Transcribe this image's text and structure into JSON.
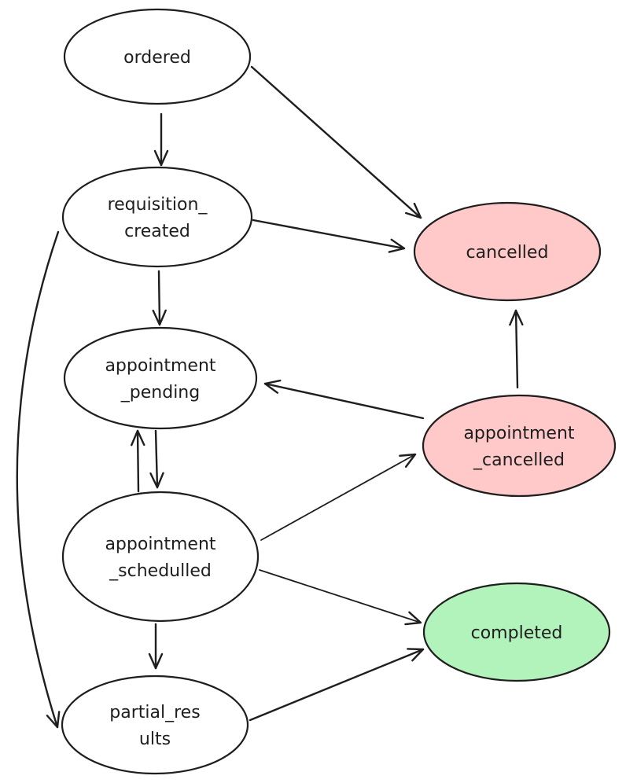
{
  "diagram": {
    "title": "",
    "colors": {
      "stroke": "#1e1e1e",
      "default_fill": "#ffffff",
      "cancelled_fill": "#ffc9c9",
      "completed_fill": "#b2f2bb"
    },
    "nodes": [
      {
        "id": "ordered",
        "lines": [
          "ordered"
        ],
        "fill": "#ffffff"
      },
      {
        "id": "requisition_created",
        "lines": [
          "requisition_",
          "created"
        ],
        "fill": "#ffffff"
      },
      {
        "id": "cancelled",
        "lines": [
          "cancelled"
        ],
        "fill": "#ffc9c9"
      },
      {
        "id": "appointment_pending",
        "lines": [
          "appointment",
          "_pending"
        ],
        "fill": "#ffffff"
      },
      {
        "id": "appointment_cancelled",
        "lines": [
          "appointment",
          "_cancelled"
        ],
        "fill": "#ffc9c9"
      },
      {
        "id": "appointment_schedulled",
        "lines": [
          "appointment",
          "_schedulled"
        ],
        "fill": "#ffffff"
      },
      {
        "id": "completed",
        "lines": [
          "completed"
        ],
        "fill": "#b2f2bb"
      },
      {
        "id": "partial_results",
        "lines": [
          "partial_res",
          "ults"
        ],
        "fill": "#ffffff"
      }
    ],
    "edges": [
      {
        "from": "ordered",
        "to": "requisition_created"
      },
      {
        "from": "ordered",
        "to": "cancelled"
      },
      {
        "from": "requisition_created",
        "to": "cancelled"
      },
      {
        "from": "requisition_created",
        "to": "appointment_pending"
      },
      {
        "from": "requisition_created",
        "to": "partial_results"
      },
      {
        "from": "appointment_pending",
        "to": "appointment_schedulled"
      },
      {
        "from": "appointment_schedulled",
        "to": "appointment_pending"
      },
      {
        "from": "appointment_cancelled",
        "to": "appointment_pending"
      },
      {
        "from": "appointment_cancelled",
        "to": "cancelled"
      },
      {
        "from": "appointment_schedulled",
        "to": "appointment_cancelled"
      },
      {
        "from": "appointment_schedulled",
        "to": "completed"
      },
      {
        "from": "appointment_schedulled",
        "to": "partial_results"
      },
      {
        "from": "partial_results",
        "to": "completed"
      }
    ]
  }
}
